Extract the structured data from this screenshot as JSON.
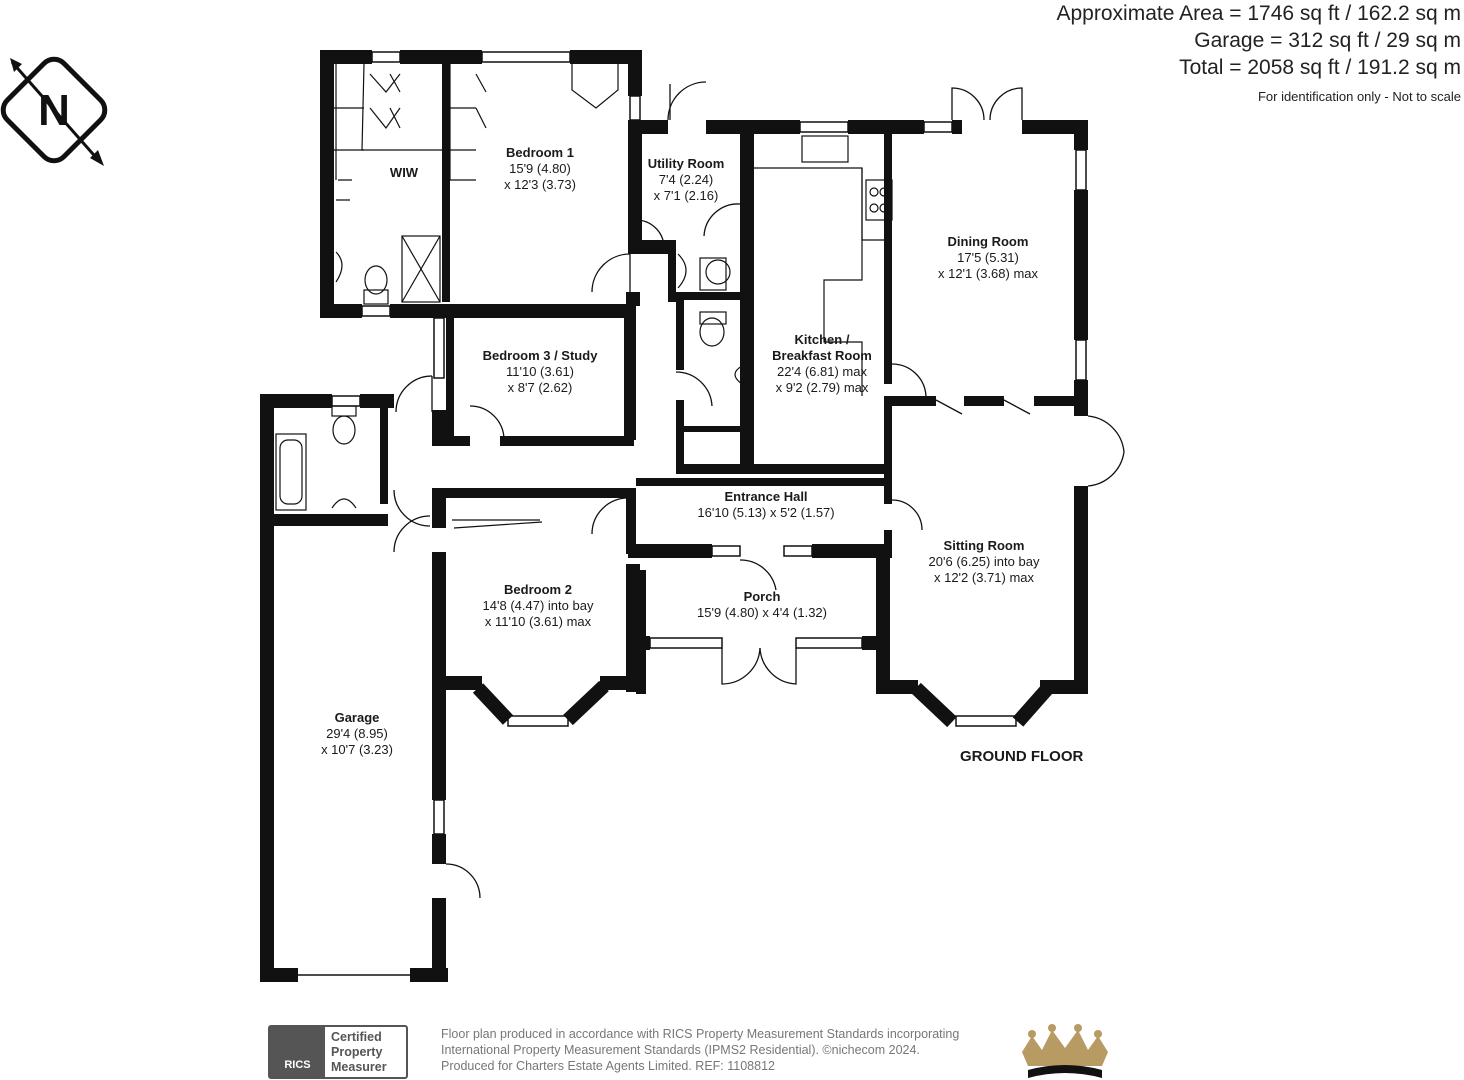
{
  "header": {
    "approx_area": "Approximate Area = 1746 sq ft / 162.2 sq m",
    "garage_area": "Garage = 312 sq ft / 29 sq m",
    "total_area": "Total = 2058 sq ft / 191.2 sq m",
    "disclaimer": "For identification only - Not to scale"
  },
  "compass": {
    "letter": "N"
  },
  "rooms": {
    "bedroom1": {
      "name": "Bedroom 1",
      "dim1": "15'9 (4.80)",
      "dim2": "x 12'3 (3.73)"
    },
    "wiw": {
      "name": "WIW"
    },
    "utility": {
      "name": "Utility Room",
      "dim1": "7'4 (2.24)",
      "dim2": "x 7'1 (2.16)"
    },
    "dining": {
      "name": "Dining Room",
      "dim1": "17'5 (5.31)",
      "dim2": "x 12'1 (3.68) max"
    },
    "bedroom3": {
      "name": "Bedroom 3 / Study",
      "dim1": "11'10 (3.61)",
      "dim2": "x 8'7 (2.62)"
    },
    "kitchen": {
      "name1": "Kitchen /",
      "name2": "Breakfast Room",
      "dim1": "22'4 (6.81) max",
      "dim2": "x 9'2 (2.79) max"
    },
    "entrance": {
      "name": "Entrance Hall",
      "dim1": "16'10 (5.13) x 5'2 (1.57)"
    },
    "sitting": {
      "name": "Sitting Room",
      "dim1": "20'6 (6.25) into bay",
      "dim2": "x 12'2 (3.71) max"
    },
    "bedroom2": {
      "name": "Bedroom 2",
      "dim1": "14'8 (4.47) into bay",
      "dim2": "x 11'10 (3.61) max"
    },
    "porch": {
      "name": "Porch",
      "dim1": "15'9 (4.80) x 4'4 (1.32)"
    },
    "garage": {
      "name": "Garage",
      "dim1": "29'4 (8.95)",
      "dim2": "x 10'7 (3.23)"
    }
  },
  "floor_label": "GROUND FLOOR",
  "footer": {
    "line1": "Floor plan produced in accordance with RICS Property Measurement Standards incorporating",
    "line2": "International Property Measurement Standards (IPMS2 Residential).  ©nichecom 2024.",
    "line3": "Produced for Charters Estate Agents Limited.   REF:  1108812",
    "rics_label": "RICS",
    "cert1": "Certified",
    "cert2": "Property",
    "cert3": "Measurer"
  },
  "colors": {
    "wall": "#111111",
    "text": "#1a1a1a",
    "grey": "#777777",
    "gold": "#b89a63"
  }
}
